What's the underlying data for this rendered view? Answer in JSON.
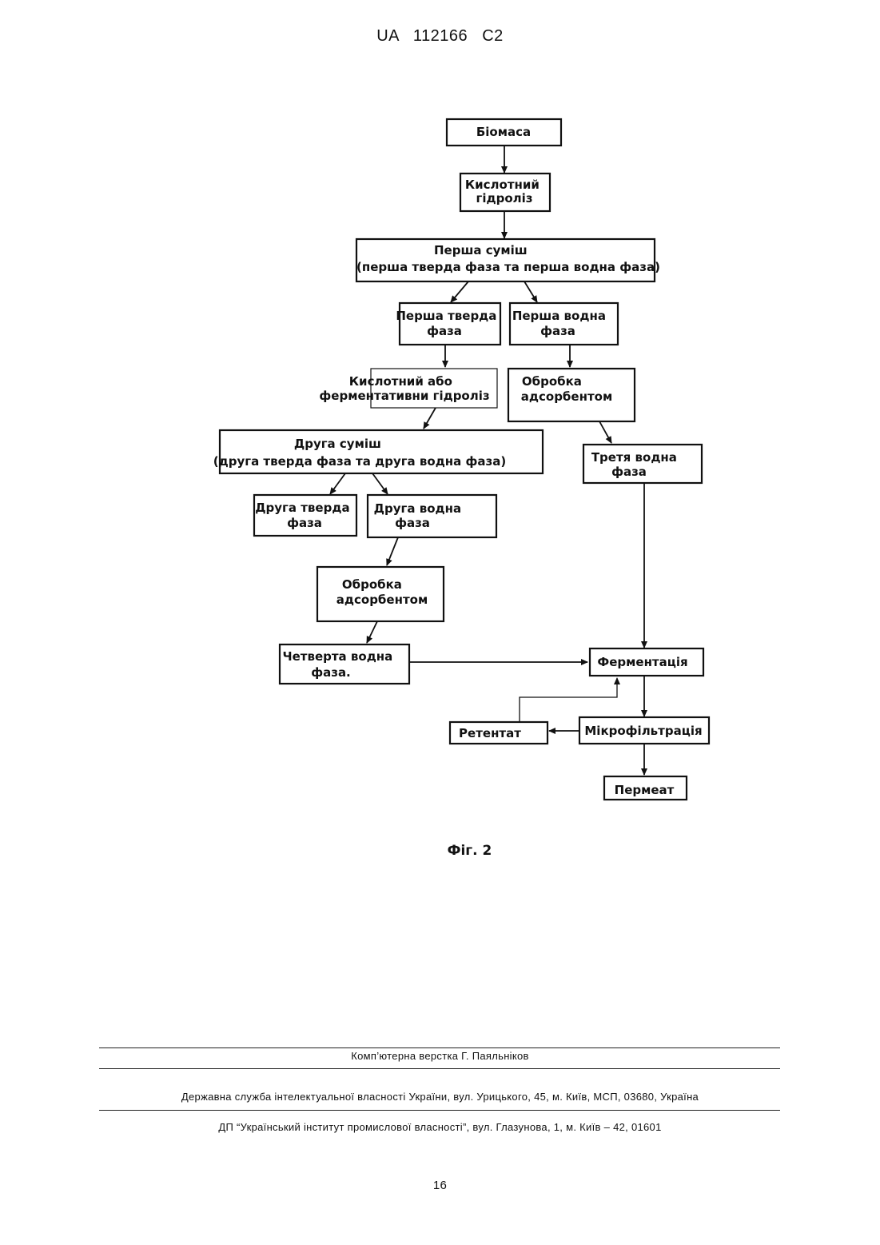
{
  "header": {
    "doc_number": "UA   112166   C2"
  },
  "diagram": {
    "nodes": {
      "biomass": [
        "Біомаса"
      ],
      "acid_hydrolysis": [
        "Кислотний",
        "гідроліз"
      ],
      "first_mixture": [
        "Перша суміш",
        "(перша тверда фаза та перша водна фаза)"
      ],
      "first_solid": [
        "Перша тверда",
        "фаза"
      ],
      "first_aqueous": [
        "Перша водна",
        "фаза"
      ],
      "acid_or_enzymatic_hydrolysis": [
        "Кислотний або",
        "ферментативни гідроліз"
      ],
      "adsorbent_treatment_1": [
        "Обробка",
        "адсорбентом"
      ],
      "second_mixture": [
        "Друга суміш",
        "(друга тверда фаза та друга водна фаза)"
      ],
      "third_aqueous": [
        "Третя водна",
        "фаза"
      ],
      "second_solid": [
        "Друга тверда",
        "фаза"
      ],
      "second_aqueous": [
        "Друга водна",
        "фаза"
      ],
      "adsorbent_treatment_2": [
        "Обробка",
        "адсорбентом"
      ],
      "fourth_aqueous": [
        "Четверта водна",
        "фаза."
      ],
      "fermentation": [
        "Ферментація"
      ],
      "retentate": [
        "Ретентат"
      ],
      "microfiltration": [
        "Мікрофільтрація"
      ],
      "permeate": [
        "Пермеат"
      ]
    }
  },
  "figure_caption": "Фіг. 2",
  "footer": {
    "typesetting": "Комп’ютерна верстка Г. Паяльніков",
    "agency": "Державна служба інтелектуальної власності України, вул. Урицького, 45, м. Київ, МСП, 03680, Україна",
    "institute": "ДП “Український інститут промислової власності”, вул. Глазунова, 1, м. Київ – 42, 01601",
    "page_number": "16"
  }
}
